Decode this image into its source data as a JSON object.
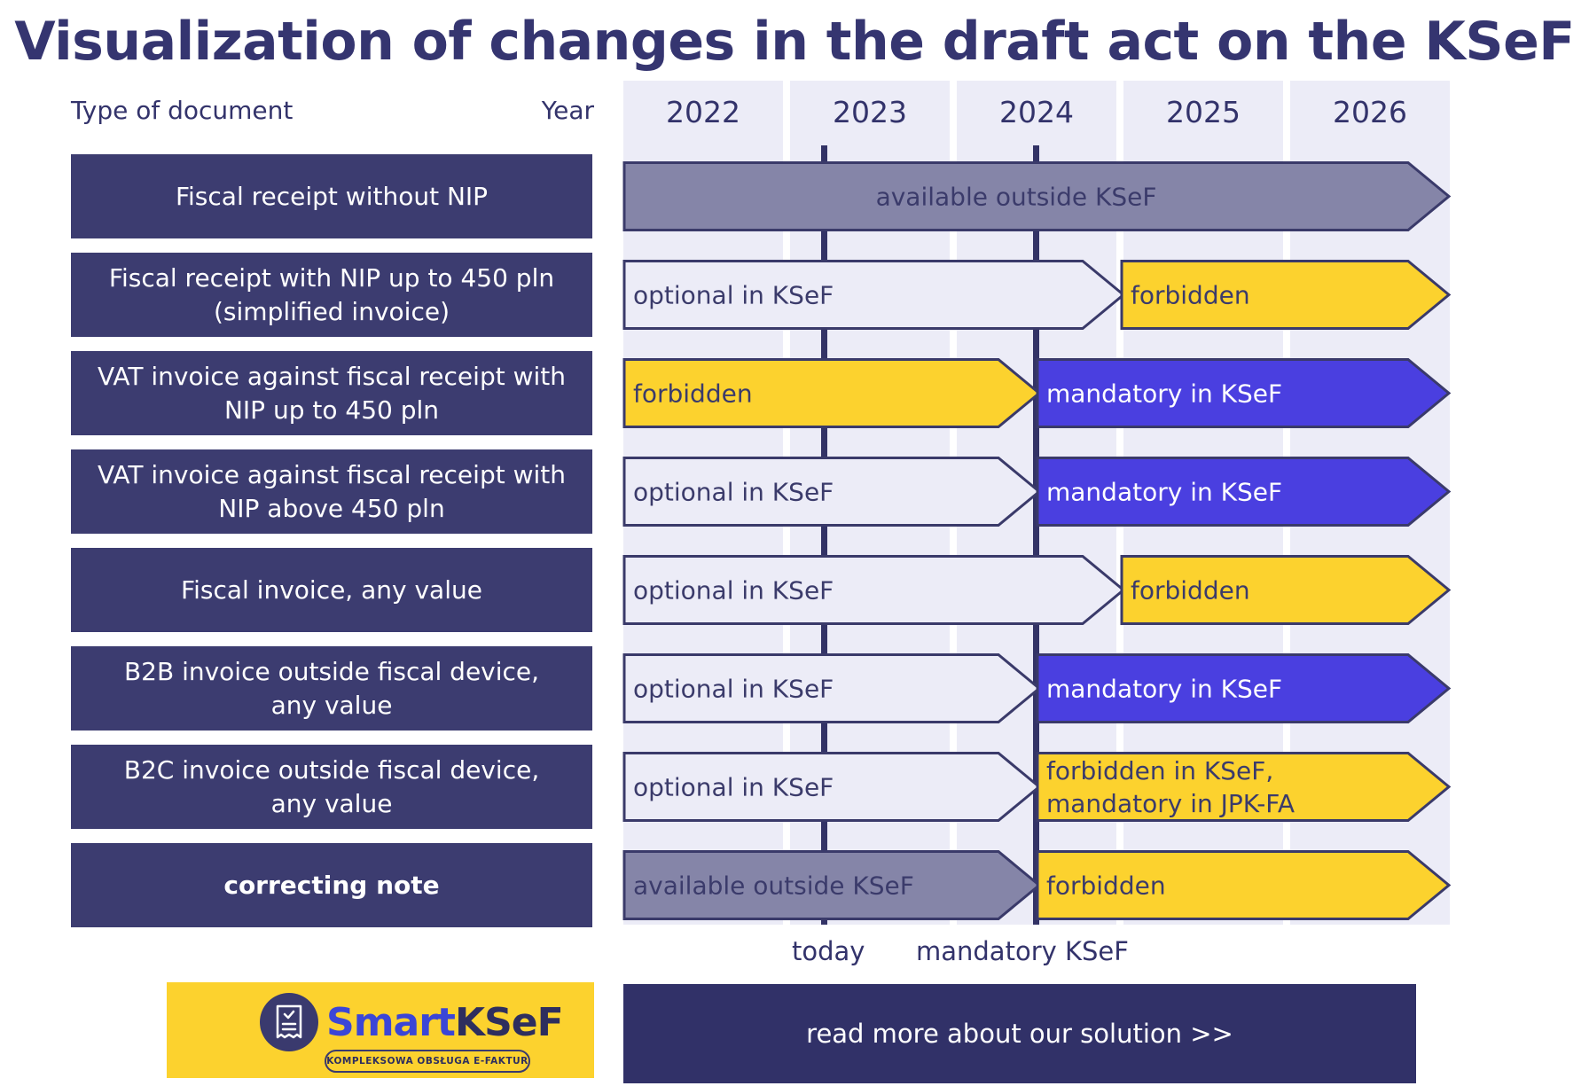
{
  "title": "Visualization of changes in the draft act on the KSeF",
  "header": {
    "type_label": "Type of document",
    "year_label": "Year"
  },
  "years": [
    "2022",
    "2023",
    "2024",
    "2025",
    "2026"
  ],
  "markers": {
    "today": {
      "label": "today",
      "at_year": 2023.23
    },
    "mandatory": {
      "label": "mandatory KSeF",
      "at_year": 2024.5
    }
  },
  "statuses": {
    "available": {
      "fill": "#8585a8",
      "text": "#3b3b6b",
      "stroke": "#3a3a6a"
    },
    "optional": {
      "fill": "#ececf7",
      "text": "#3b3b6b",
      "stroke": "#3a3a6a"
    },
    "forbidden": {
      "fill": "#fcd22e",
      "text": "#3b3b6b",
      "stroke": "#3a3a6a"
    },
    "mandatory": {
      "fill": "#4a3fe0",
      "text": "#ffffff",
      "stroke": "#3a3a6a"
    }
  },
  "rows": [
    {
      "label": "Fiscal receipt without NIP",
      "bold": false,
      "segments": [
        {
          "text": "available outside KSeF",
          "status": "available",
          "start": 2022,
          "end": 2027,
          "align": "center"
        }
      ]
    },
    {
      "label": "Fiscal receipt with NIP up to 450 pln\n(simplified invoice)",
      "bold": false,
      "segments": [
        {
          "text": "optional in KSeF",
          "status": "optional",
          "start": 2022,
          "end": 2025,
          "align": "left"
        },
        {
          "text": "forbidden",
          "status": "forbidden",
          "start": 2025,
          "end": 2027,
          "align": "left"
        }
      ]
    },
    {
      "label": "VAT invoice against fiscal receipt with\nNIP up to 450 pln",
      "bold": false,
      "segments": [
        {
          "text": "forbidden",
          "status": "forbidden",
          "start": 2022,
          "end": 2024.5,
          "align": "left"
        },
        {
          "text": "mandatory in KSeF",
          "status": "mandatory",
          "start": 2024.5,
          "end": 2027,
          "align": "left"
        }
      ]
    },
    {
      "label": "VAT invoice against fiscal receipt with\nNIP above 450 pln",
      "bold": false,
      "segments": [
        {
          "text": "optional in KSeF",
          "status": "optional",
          "start": 2022,
          "end": 2024.5,
          "align": "left"
        },
        {
          "text": "mandatory in KSeF",
          "status": "mandatory",
          "start": 2024.5,
          "end": 2027,
          "align": "left"
        }
      ]
    },
    {
      "label": "Fiscal invoice, any value",
      "bold": false,
      "segments": [
        {
          "text": "optional in KSeF",
          "status": "optional",
          "start": 2022,
          "end": 2025,
          "align": "left"
        },
        {
          "text": "forbidden",
          "status": "forbidden",
          "start": 2025,
          "end": 2027,
          "align": "left"
        }
      ]
    },
    {
      "label": "B2B invoice outside fiscal device,\nany value",
      "bold": false,
      "segments": [
        {
          "text": "optional in KSeF",
          "status": "optional",
          "start": 2022,
          "end": 2024.5,
          "align": "left"
        },
        {
          "text": "mandatory in KSeF",
          "status": "mandatory",
          "start": 2024.5,
          "end": 2027,
          "align": "left"
        }
      ]
    },
    {
      "label": "B2C invoice outside fiscal device,\nany value",
      "bold": false,
      "segments": [
        {
          "text": "optional in KSeF",
          "status": "optional",
          "start": 2022,
          "end": 2024.5,
          "align": "left"
        },
        {
          "text": "forbidden in KSeF,\nmandatory in JPK-FA",
          "status": "forbidden",
          "start": 2024.5,
          "end": 2027,
          "align": "left"
        }
      ]
    },
    {
      "label": "correcting note",
      "bold": true,
      "segments": [
        {
          "text": "available outside KSeF",
          "status": "available",
          "start": 2022,
          "end": 2024.5,
          "align": "left"
        },
        {
          "text": "forbidden",
          "status": "forbidden",
          "start": 2024.5,
          "end": 2027,
          "align": "left"
        }
      ]
    }
  ],
  "logo": {
    "brand_smart": "Smart",
    "brand_ksef": "KSeF",
    "tagline": "KOMPLEKSOWA OBSŁUGA E-FAKTUR"
  },
  "cta": {
    "label": "read more about our solution >>"
  }
}
